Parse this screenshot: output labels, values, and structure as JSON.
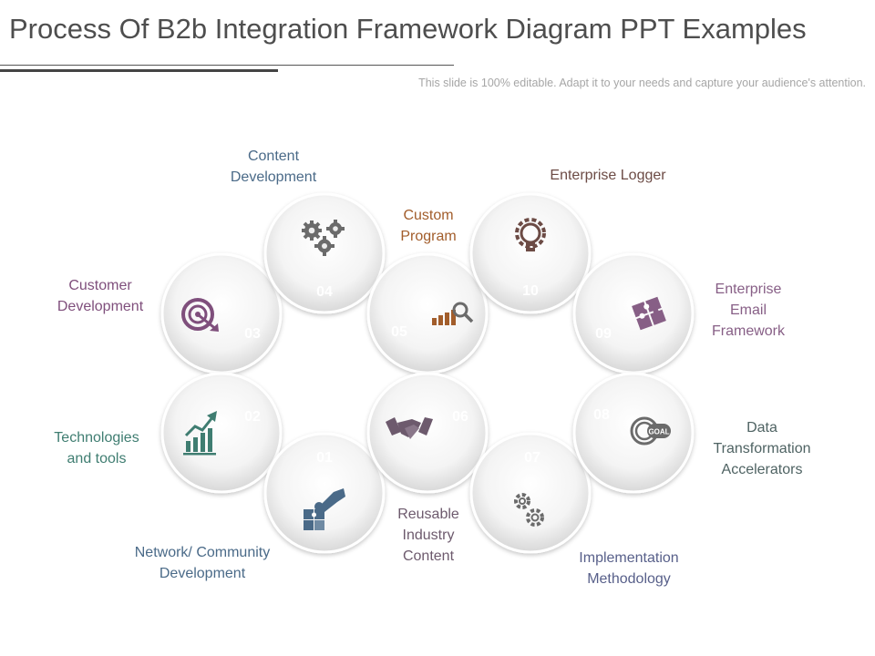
{
  "title": "Process Of B2b Integration Framework Diagram PPT Examples",
  "subtitle": "This slide is 100% editable. Adapt it to your needs and capture your audience's attention.",
  "colors": {
    "slate_blue": "#4a6a88",
    "green": "#3f7d71",
    "plum": "#7f4f7c",
    "orange": "#a25d2b",
    "mauve": "#6d5a6d",
    "blue_violet": "#58608a",
    "dark_slate": "#4f6363",
    "purple_pink": "#875f86",
    "brown": "#6c4b45",
    "icon_gray": "#6b6b6b"
  },
  "steps": [
    {
      "number": "01",
      "label": "Network/ Community\nDevelopment",
      "icon": "puzzle-hand-icon"
    },
    {
      "number": "02",
      "label": "Technologies\nand tools",
      "icon": "bar-chart-arrow-icon"
    },
    {
      "number": "03",
      "label": "Customer\nDevelopment",
      "icon": "target-icon"
    },
    {
      "number": "04",
      "label": "Content\nDevelopment",
      "icon": "gears-icon"
    },
    {
      "number": "05",
      "label": "Custom\nProgram",
      "icon": "chart-magnifier-icon"
    },
    {
      "number": "06",
      "label": "Reusable\nIndustry\nContent",
      "icon": "handshake-icon"
    },
    {
      "number": "07",
      "label": "Implementation\nMethodology",
      "icon": "two-gears-icon"
    },
    {
      "number": "08",
      "label": "Data\nTransformation\nAccelerators",
      "icon": "goal-target-icon",
      "icon_text": "GOAL"
    },
    {
      "number": "09",
      "label": "Enterprise\nEmail\nFramework",
      "icon": "puzzle-icon"
    },
    {
      "number": "10",
      "label": "Enterprise Logger",
      "icon": "bulb-gear-icon"
    }
  ]
}
